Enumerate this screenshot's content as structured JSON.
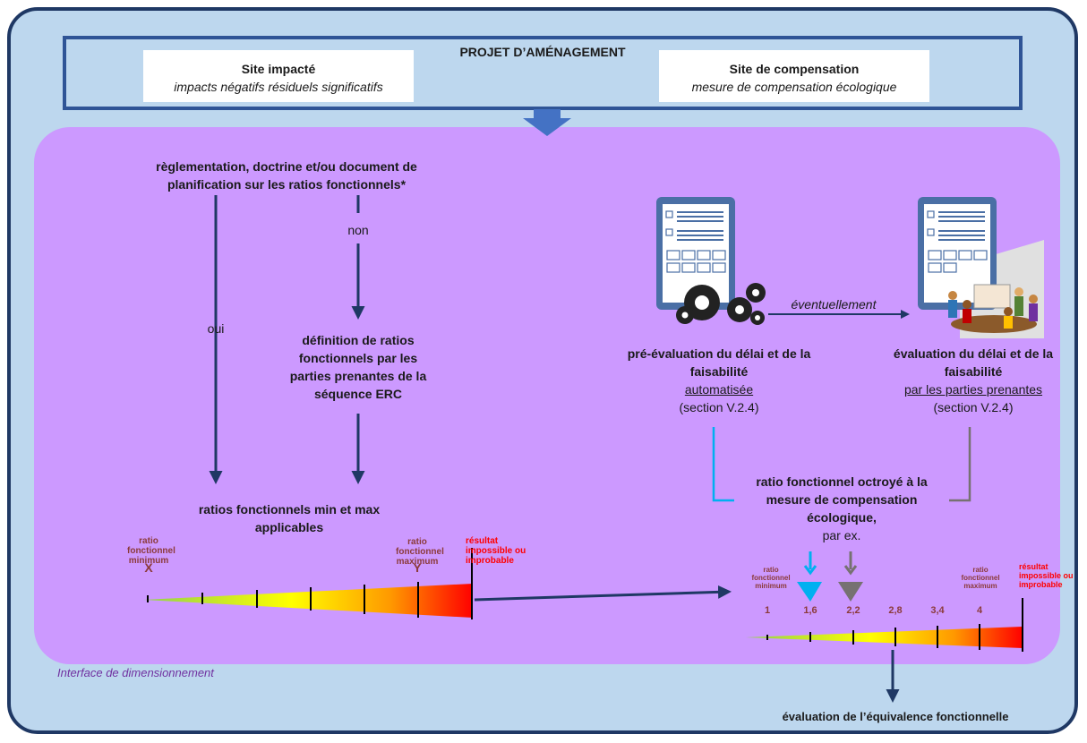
{
  "header": {
    "title": "PROJET D’AMÉNAGEMENT",
    "impacted_site": {
      "title": "Site impacté",
      "subtitle": "impacts négatifs résiduels significatifs"
    },
    "compensation_site": {
      "title": "Site de compensation",
      "subtitle": "mesure de compensation écologique"
    }
  },
  "left": {
    "question": "règlementation, doctrine et/ou document de planification sur les ratios fonctionnels*",
    "yes_label": "oui",
    "no_label": "non",
    "definition": "définition de ratios fonctionnels par les parties prenantes de la séquence ERC",
    "result": "ratios fonctionnels min et max applicables",
    "min_label": "ratio fonctionnel minimum",
    "min_symbol": "X",
    "max_label": "ratio fonctionnel maximum",
    "max_symbol": "Y",
    "impossible_label": "résultat impossible ou improbable"
  },
  "right": {
    "auto_title": "pré-évaluation du délai et de la faisabilité",
    "auto_method": "automatisée",
    "auto_section": "(section V.2.4)",
    "optional_label": "éventuellement",
    "stake_title": "évaluation du délai et de la faisabilité",
    "stake_method": "par les parties prenantes",
    "stake_section": "(section V.2.4)",
    "granted": "ratio fonctionnel octroyé à la mesure de compensation écologique,",
    "example": "par ex.",
    "min_label": "ratio fonctionnel minimum",
    "max_label": "ratio fonctionnel maximum",
    "impossible_label": "résultat impossible ou improbable",
    "scale_values": [
      "1",
      "1,6",
      "2,2",
      "2,8",
      "3,4",
      "4"
    ],
    "highlight_auto_color": "#00b0f0",
    "highlight_stake_color": "#767171"
  },
  "interface_label": "Interface de dimensionnement",
  "final_label": "évaluation de l’équivalence fonctionnelle",
  "colors": {
    "outer_bg": "#bdd7ee",
    "panel_bg": "#cc99ff",
    "arrow": "#1f3864",
    "brown": "#8b3a3a",
    "red": "#ff0000"
  }
}
